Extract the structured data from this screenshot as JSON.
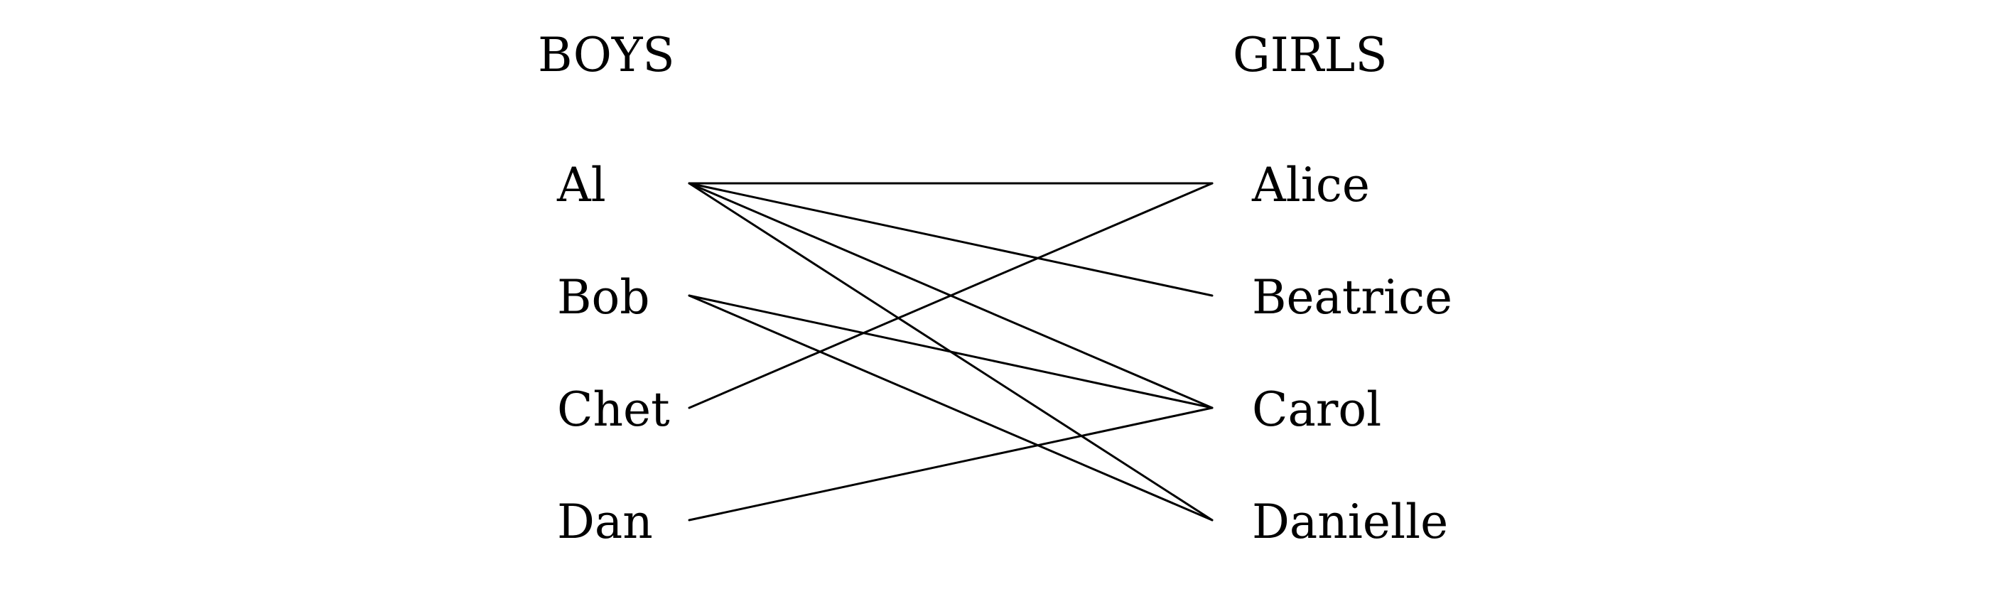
{
  "headings": {
    "left": "BOYS",
    "right": "GIRLS"
  },
  "boys": [
    "Al",
    "Bob",
    "Chet",
    "Dan"
  ],
  "girls": [
    "Alice",
    "Beatrice",
    "Carol",
    "Danielle"
  ],
  "edges": [
    {
      "boy": "Al",
      "girl": "Alice"
    },
    {
      "boy": "Al",
      "girl": "Beatrice"
    },
    {
      "boy": "Al",
      "girl": "Carol"
    },
    {
      "boy": "Al",
      "girl": "Danielle"
    },
    {
      "boy": "Bob",
      "girl": "Carol"
    },
    {
      "boy": "Bob",
      "girl": "Danielle"
    },
    {
      "boy": "Chet",
      "girl": "Alice"
    },
    {
      "boy": "Dan",
      "girl": "Carol"
    }
  ],
  "colors": {
    "line": "#000000",
    "text": "#000000",
    "background": "#ffffff"
  }
}
